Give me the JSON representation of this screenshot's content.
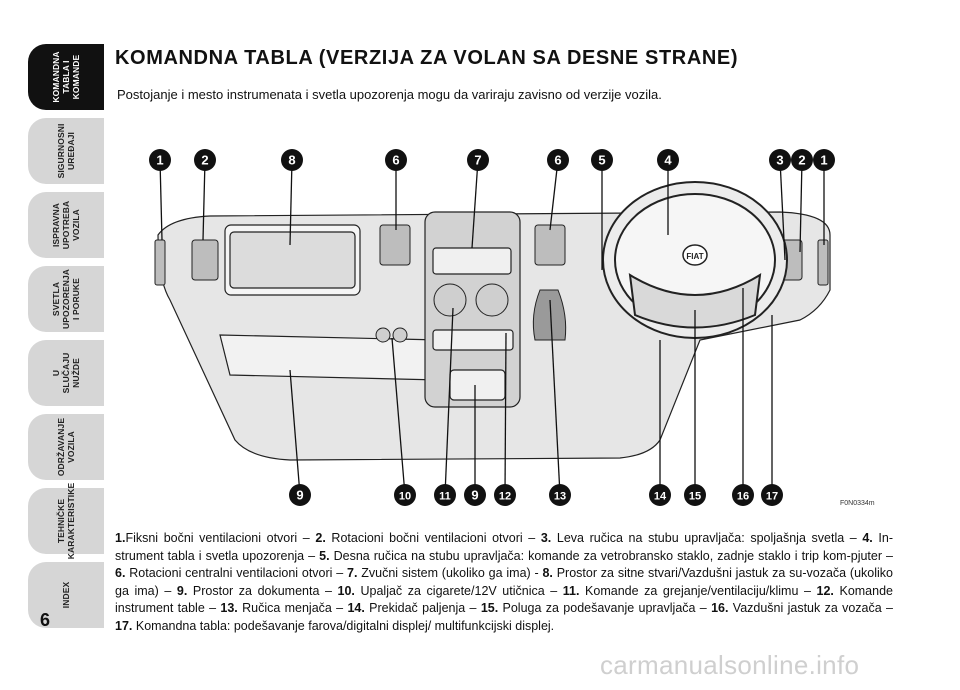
{
  "sidebar": {
    "tabs": [
      {
        "label": "KOMANDNA\nTABLA I\nKOMANDE",
        "active": true
      },
      {
        "label": "SIGURNOSNI\nUREĐAJI",
        "active": false
      },
      {
        "label": "ISPRAVNA\nUPOTREBA\nVOZILA",
        "active": false
      },
      {
        "label": "SVETLA\nUPOZORENJA\nI PORUKE",
        "active": false
      },
      {
        "label": "U SLUČAJU\nNUŽDE",
        "active": false
      },
      {
        "label": "ODRŽAVANJE\nVOZILA",
        "active": false
      },
      {
        "label": "TEHNIČKE\nKARAKTERISTIKE",
        "active": false
      },
      {
        "label": "INDEX",
        "active": false
      }
    ]
  },
  "page": {
    "title": "KOMANDNA TABLA (VERZIJA ZA VOLAN SA DESNE STRANE)",
    "subtitle": "Postojanje i mesto instrumenata i svetla upozorenja mogu da variraju zavisno od verzije vozila.",
    "page_number": "6",
    "figure_code": "F0N0334m",
    "watermark": "carmanualsonline.info"
  },
  "figure": {
    "top_callouts": [
      "1",
      "2",
      "8",
      "6",
      "7",
      "6",
      "5",
      "4",
      "3",
      "2",
      "1"
    ],
    "bottom_callouts": [
      "9",
      "10",
      "11",
      "9",
      "12",
      "13",
      "14",
      "15",
      "16",
      "17"
    ],
    "brand_badge": "FIAT"
  },
  "caption": [
    {
      "num": "1.",
      "text": "Fiksni bočni ventilacioni otvori – "
    },
    {
      "num": "2.",
      "text": " Rotacioni bočni ventilacioni otvori – "
    },
    {
      "num": "3.",
      "text": " Leva ručica na stubu upravljača: spoljašnja svetla – "
    },
    {
      "num": "4.",
      "text": " In-strument tabla i svetla upozorenja – "
    },
    {
      "num": "5.",
      "text": " Desna ručica na stubu upravljača: komande za vetrobransko staklo, zadnje staklo i trip kom-pjuter – "
    },
    {
      "num": "6.",
      "text": " Rotacioni centralni ventilacioni otvori – "
    },
    {
      "num": "7.",
      "text": " Zvučni sistem (ukoliko ga ima) - "
    },
    {
      "num": "8.",
      "text": " Prostor za sitne stvari/Vazdušni jastuk za su-vozača (ukoliko ga ima) – "
    },
    {
      "num": "9.",
      "text": " Prostor za dokumenta – "
    },
    {
      "num": "10.",
      "text": " Upaljač za cigarete/12V utičnica – "
    },
    {
      "num": "11.",
      "text": " Komande za grejanje/ventilaciju/klimu – "
    },
    {
      "num": "12.",
      "text": " Komande instrument table – "
    },
    {
      "num": "13.",
      "text": " Ručica menjača – "
    },
    {
      "num": "14.",
      "text": " Prekidač paljenja – "
    },
    {
      "num": "15.",
      "text": " Poluga za podešavanje upravljača – "
    },
    {
      "num": "16.",
      "text": " Vazdušni jastuk za vozača – "
    },
    {
      "num": "17.",
      "text": " Komandna tabla: podešavanje farova/digitalni displej/ multifunkcijski displej."
    }
  ]
}
